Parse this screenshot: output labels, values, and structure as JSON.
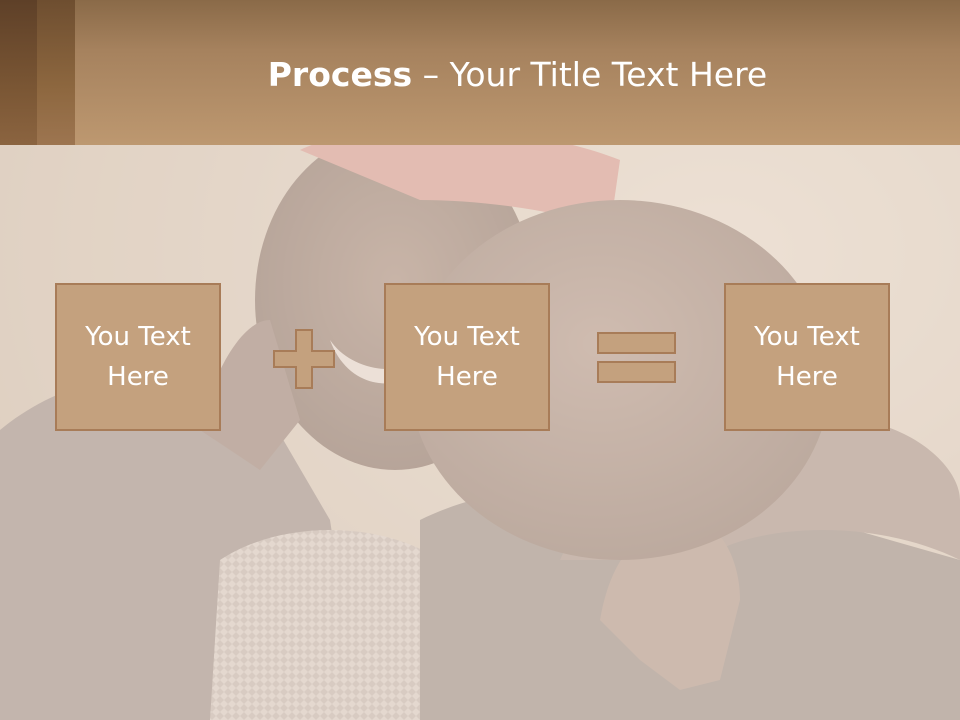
{
  "slide": {
    "title_bold": "Process",
    "title_rest": " – Your Title Text Here"
  },
  "steps": [
    {
      "text": "You Text Here"
    },
    {
      "text": "You Text Here"
    },
    {
      "text": "You Text Here"
    }
  ],
  "operators": [
    "plus-icon",
    "equals-icon"
  ],
  "colors": {
    "header": "#bd9870",
    "box_fill": "#c4a17e",
    "box_border": "#a87c58",
    "text": "#ffffff"
  }
}
